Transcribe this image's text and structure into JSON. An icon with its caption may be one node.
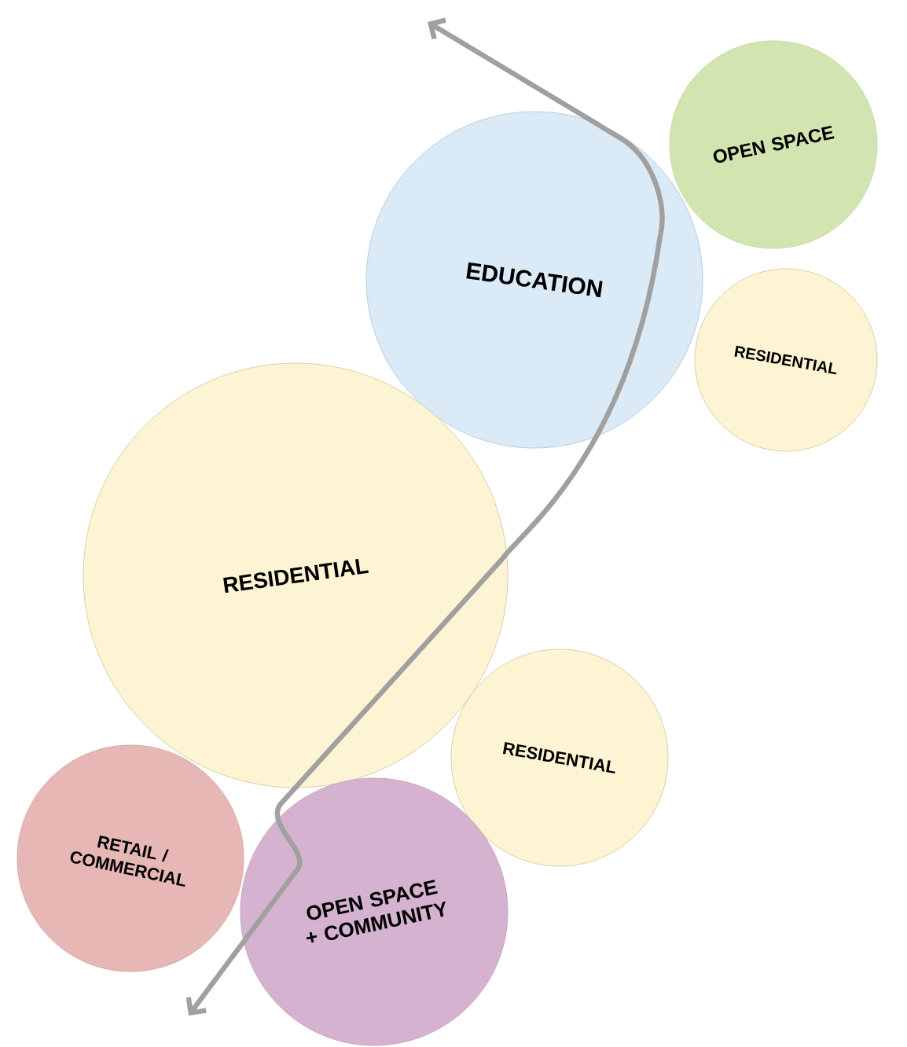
{
  "diagram": {
    "nodes": [
      {
        "text": [
          "OPEN SPACE"
        ]
      },
      {
        "text": [
          "EDUCATION"
        ]
      },
      {
        "text": [
          "RESIDENTIAL"
        ]
      },
      {
        "text": [
          "RESIDENTIAL"
        ]
      },
      {
        "text": [
          "RESIDENTIAL"
        ]
      },
      {
        "text": [
          "RETAIL / COMMERCIAL"
        ]
      },
      {
        "text": [
          "OPEN SPACE + COMMUNITY"
        ]
      }
    ]
  }
}
